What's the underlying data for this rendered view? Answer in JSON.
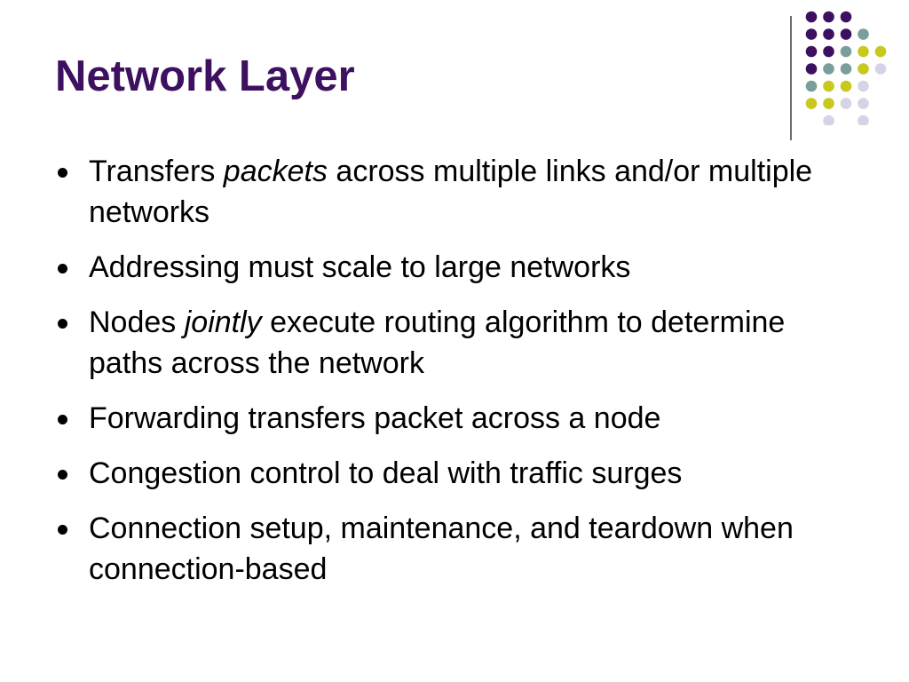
{
  "slide": {
    "title": "Network Layer",
    "bullets": [
      {
        "parts": [
          {
            "text": "Transfers ",
            "italic": false
          },
          {
            "text": "packets",
            "italic": true
          },
          {
            "text": " across multiple links and/or multiple networks",
            "italic": false
          }
        ]
      },
      {
        "parts": [
          {
            "text": "Addressing must scale to large networks",
            "italic": false
          }
        ]
      },
      {
        "parts": [
          {
            "text": "Nodes ",
            "italic": false
          },
          {
            "text": "jointly",
            "italic": true
          },
          {
            "text": " execute routing algorithm to determine paths across the network",
            "italic": false
          }
        ]
      },
      {
        "parts": [
          {
            "text": "Forwarding transfers packet across a node",
            "italic": false
          }
        ]
      },
      {
        "parts": [
          {
            "text": "Congestion control to deal with traffic surges",
            "italic": false
          }
        ]
      },
      {
        "parts": [
          {
            "text": "Connection setup, maintenance, and teardown when connection-based",
            "italic": false
          }
        ]
      }
    ]
  },
  "colors": {
    "title": "#3d1060",
    "purple": "#3d1060",
    "teal": "#7a9e9b",
    "olive": "#c8c81e",
    "lavender": "#d4d4e6"
  },
  "decoration": {
    "dot_rows": [
      [
        "purple",
        "purple",
        "purple",
        "none",
        "none"
      ],
      [
        "purple",
        "purple",
        "purple",
        "teal",
        "none"
      ],
      [
        "purple",
        "purple",
        "teal",
        "olive",
        "olive"
      ],
      [
        "purple",
        "teal",
        "teal",
        "olive",
        "lavender"
      ],
      [
        "teal",
        "olive",
        "olive",
        "lavender",
        "none"
      ],
      [
        "olive",
        "olive",
        "lavender",
        "lavender",
        "none"
      ],
      [
        "none",
        "lavender",
        "none",
        "lavender",
        "none"
      ]
    ]
  }
}
